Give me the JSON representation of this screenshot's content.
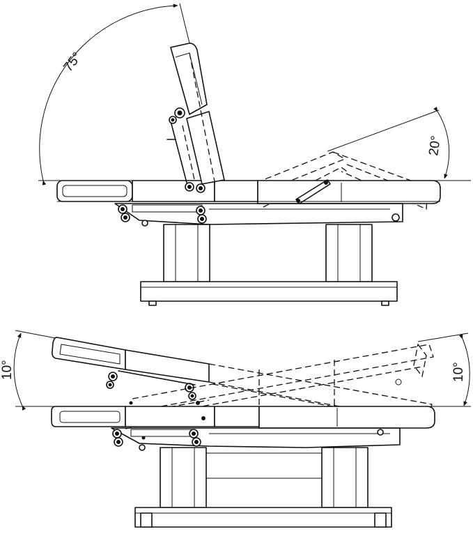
{
  "diagram": {
    "top_view": {
      "backrest_angle_label": "75°",
      "legrest_angle_label": "20°"
    },
    "bottom_view": {
      "head_tilt_angle_label": "10°",
      "foot_tilt_angle_label": "10°"
    }
  }
}
